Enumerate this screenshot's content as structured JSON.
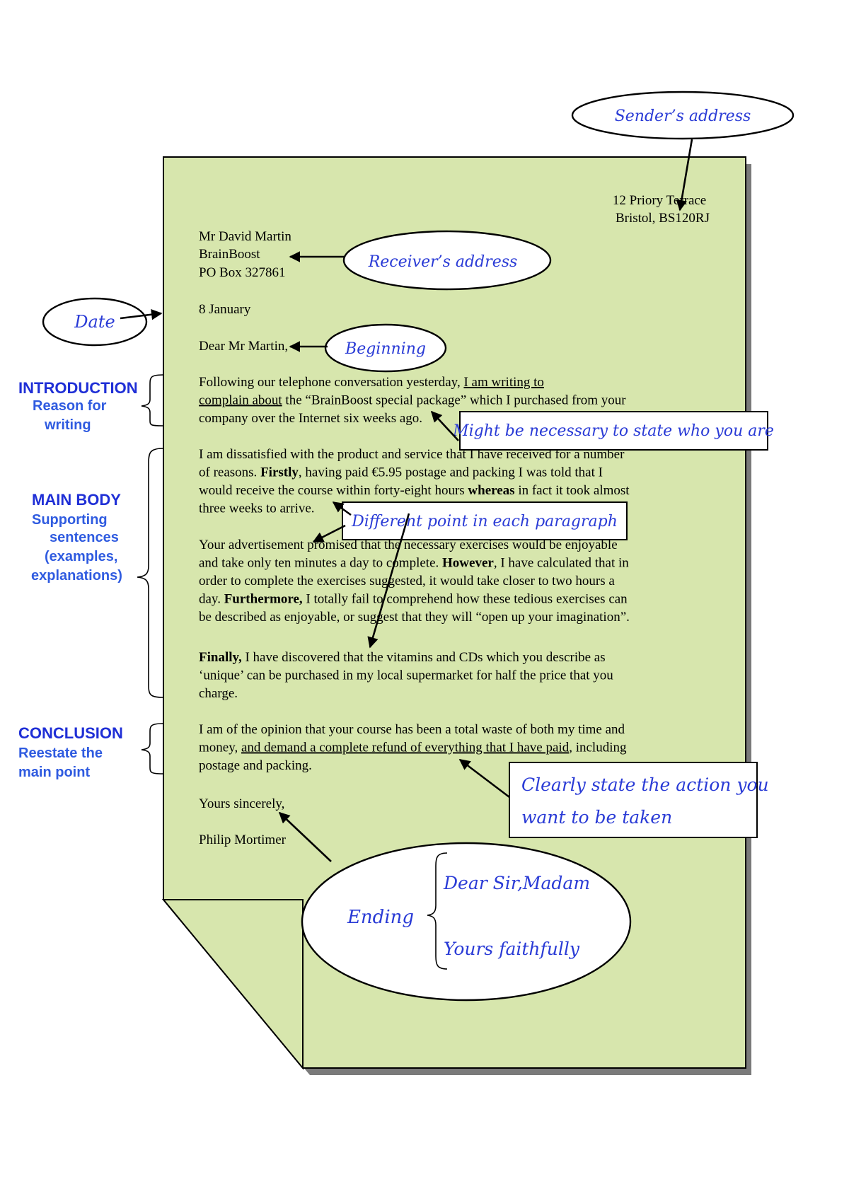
{
  "letter": {
    "sender": [
      "12 Priory Terrace",
      "Bristol, BS120RJ"
    ],
    "receiver": [
      "Mr David Martin",
      "BrainBoost",
      "PO Box 327861"
    ],
    "date": "8 January",
    "greeting": "Dear Mr Martin,",
    "intro": [
      [
        "Following our telephone conversation yesterday, ",
        "I am writing to"
      ],
      [
        "complain about",
        " the “BrainBoost special package” which  I purchased from your"
      ],
      [
        "company over the Internet six weeks ago."
      ]
    ],
    "body1": [
      [
        "I am dissatisfied with the product and service that I have received for a number"
      ],
      [
        "of reasons. ",
        "Firstly",
        ", having paid €5.95 postage and packing I was told that I"
      ],
      [
        "would receive the course within forty-eight hours ",
        "whereas",
        " in fact it took almost"
      ],
      [
        "three weeks to arrive."
      ]
    ],
    "body2": [
      [
        "Your advertisement  promised that the necessary exercises would be enjoyable"
      ],
      [
        "and take only ten minutes a day to complete. ",
        "However",
        ", I have calculated that in"
      ],
      [
        "order to complete the exercises suggested, it would take closer to two hours a"
      ],
      [
        "day. ",
        "Furthermore,",
        " I totally fail to comprehend how these tedious exercises can"
      ],
      [
        "be described as enjoyable, or suggest that they will “open up your imagination”."
      ]
    ],
    "body3": [
      [
        "Finally,",
        " I have discovered that the vitamins and CDs which you describe as"
      ],
      [
        "‘unique’ can be purchased in my local supermarket for half the price that you"
      ],
      [
        "charge."
      ]
    ],
    "conclusion": [
      [
        "I am of the opinion that your course has been a total waste of both my time and"
      ],
      [
        "money, ",
        "and demand a complete refund of everything that I have paid",
        ", including"
      ],
      [
        "postage and packing."
      ]
    ],
    "closing": "Yours sincerely,",
    "signature": "Philip Mortimer"
  },
  "annotations": {
    "senders_address": "Sender’s address",
    "receivers_address": "Receiver’s address",
    "date": "Date",
    "beginning": "Beginning",
    "who_you_are": "Might be necessary to state who you are",
    "different_point": "Different point in each paragraph",
    "action": [
      "Clearly state the action you",
      "want to be taken"
    ],
    "ending": "Ending",
    "ending_options": [
      "Dear Sir,Madam",
      "Yours faithfully"
    ]
  },
  "sections": {
    "introduction": {
      "heading": "INTRODUCTION",
      "sub": [
        "Reason for",
        "writing"
      ]
    },
    "main_body": {
      "heading": "MAIN BODY",
      "sub": [
        "Supporting",
        "sentences",
        "(examples,",
        "explanations)"
      ]
    },
    "conclusion": {
      "heading": "CONCLUSION",
      "sub": [
        "Reestate the",
        "main point"
      ]
    }
  },
  "colors": {
    "paper": "#d7e6ad",
    "annotation_text": "#2a3bd6",
    "section_heading": "#1f2fd6"
  }
}
